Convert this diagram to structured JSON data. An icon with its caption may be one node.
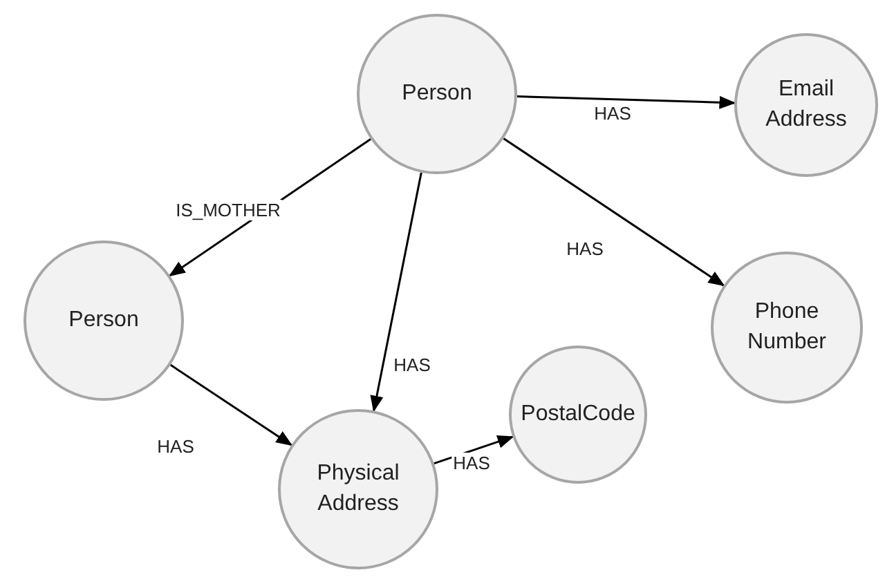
{
  "diagram": {
    "nodes": [
      {
        "text": [
          "Person"
        ]
      },
      {
        "text": [
          "Email Address"
        ]
      },
      {
        "text": [
          "Person"
        ]
      },
      {
        "text": [
          "Phone Number"
        ]
      },
      {
        "text": [
          "PostalCode"
        ]
      },
      {
        "text": [
          "Physical Address"
        ]
      }
    ],
    "edges": [
      {
        "from": 0,
        "to": 1,
        "arrow": "to",
        "label": "HAS"
      },
      {
        "from": 0,
        "to": 2,
        "arrow": "to",
        "label": "IS_MOTHER"
      },
      {
        "from": 0,
        "to": 3,
        "arrow": "to",
        "label": "HAS"
      },
      {
        "from": 0,
        "to": 5,
        "arrow": "to",
        "label": "HAS"
      },
      {
        "from": 2,
        "to": 5,
        "arrow": "to",
        "label": "HAS"
      },
      {
        "from": 5,
        "to": 4,
        "arrow": "to",
        "label": "HAS"
      }
    ]
  }
}
